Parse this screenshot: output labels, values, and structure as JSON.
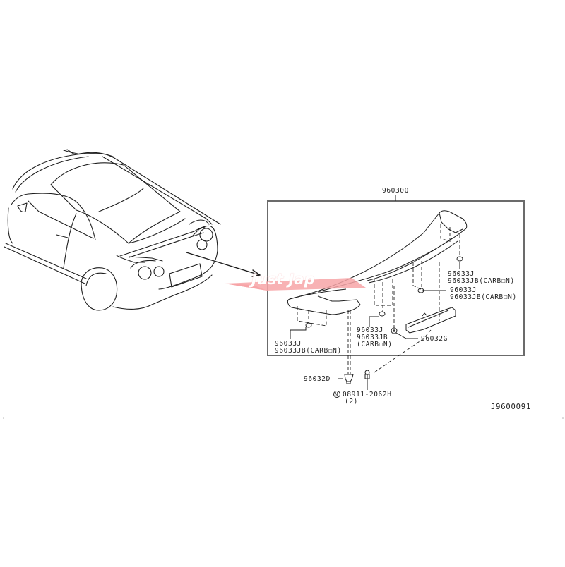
{
  "diagram": {
    "id": "J9600091",
    "assembly_part": "96030Q",
    "watermark": "Just Jap",
    "accent_color": "#f7a4a7",
    "line_color": "#1e1e1e",
    "frame_color": "#6b6b6b"
  },
  "callouts": {
    "upper_right": {
      "line1": "96033J",
      "line2": "96033JB(CARB☐N)"
    },
    "mid_right": {
      "line1": "96033J",
      "line2": "96033JB(CARB☐N)"
    },
    "center": {
      "line1": "96033J",
      "line2": "96033JB",
      "line3": "(CARB☐N)"
    },
    "lower_left": {
      "line1": "96033J",
      "line2": "96033JB(CARB☐N)"
    },
    "clip_g": "96032G",
    "clip_d": "96032D",
    "screw": {
      "symbol": "N",
      "part": "08911-2062H",
      "qty": "(2)"
    }
  }
}
